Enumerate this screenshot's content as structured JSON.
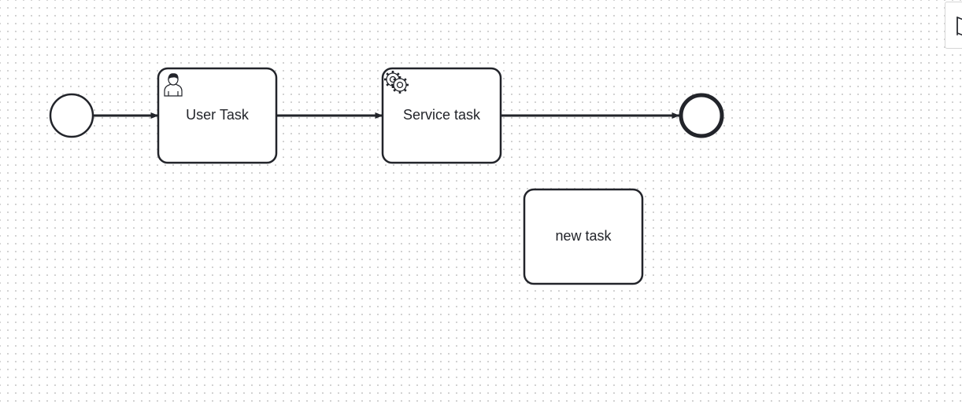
{
  "diagram": {
    "tasks": {
      "user_task": {
        "label": "User Task",
        "icon": "user-icon"
      },
      "service_task": {
        "label": "Service task",
        "icon": "gear-icon"
      },
      "new_task": {
        "label": "new task"
      }
    },
    "events": {
      "start": {
        "type": "start-event"
      },
      "end": {
        "type": "end-event"
      }
    },
    "flows": [
      {
        "from": "start",
        "to": "user_task"
      },
      {
        "from": "user_task",
        "to": "service_task"
      },
      {
        "from": "service_task",
        "to": "end"
      }
    ]
  },
  "toolbar": {
    "panel_toggle_icon": "panel-toggle-icon"
  },
  "colors": {
    "stroke": "#22242a",
    "grid_dot": "#cfcfcf",
    "background": "#ffffff"
  }
}
